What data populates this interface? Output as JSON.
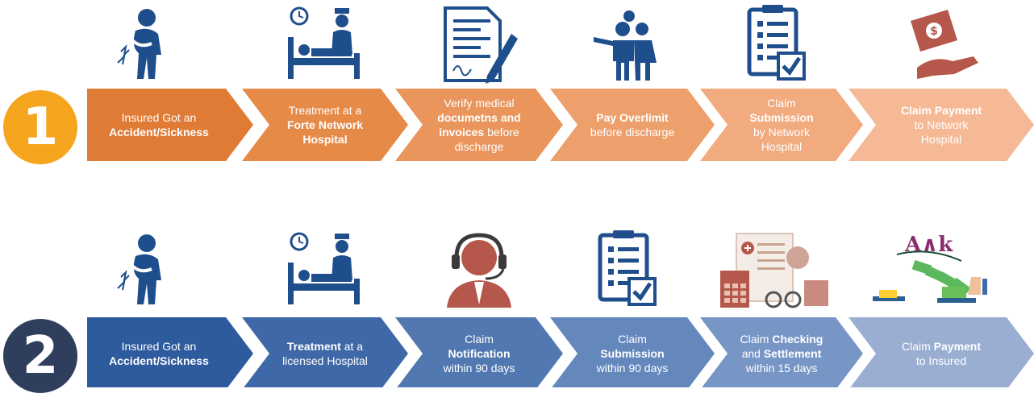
{
  "row1": {
    "badge": "1",
    "colors": [
      "#e07b36",
      "#e68a48",
      "#ea955b",
      "#eea06c",
      "#f2aa7f",
      "#f5b995"
    ],
    "steps": [
      {
        "icon": "injured-person-icon",
        "lines": [
          [
            "Insured Got an"
          ],
          [
            "*Accident/Sickness"
          ]
        ]
      },
      {
        "icon": "hospital-bed-nurse-icon",
        "lines": [
          [
            "Treatment at a"
          ],
          [
            "*Forte Network"
          ],
          [
            "*Hospital"
          ]
        ]
      },
      {
        "icon": "signed-document-icon",
        "lines": [
          [
            "Verify medical"
          ],
          [
            "*documetns and"
          ],
          [
            "*invoices",
            " before"
          ],
          [
            "discharge"
          ]
        ]
      },
      {
        "icon": "family-paying-icon",
        "lines": [
          [
            "*Pay Overlimit"
          ],
          [
            "before discharge"
          ]
        ]
      },
      {
        "icon": "checklist-clipboard-icon",
        "lines": [
          [
            "Claim"
          ],
          [
            "*Submission"
          ],
          [
            "by Network"
          ],
          [
            "Hospital"
          ]
        ]
      },
      {
        "icon": "hand-receiving-money-icon",
        "lines": [
          [
            "*Claim Payment"
          ],
          [
            "to Network"
          ],
          [
            "Hospital"
          ]
        ]
      }
    ]
  },
  "row2": {
    "badge": "2",
    "colors": [
      "#2e5a9e",
      "#3f68a8",
      "#5278b2",
      "#6487bc",
      "#7796c5",
      "#9aaed2"
    ],
    "steps": [
      {
        "icon": "injured-person-icon",
        "lines": [
          [
            "Insured Got an"
          ],
          [
            "*Accident/Sickness"
          ]
        ]
      },
      {
        "icon": "hospital-bed-nurse-icon",
        "lines": [
          [
            "*Treatment",
            " at a"
          ],
          [
            "licensed Hospital"
          ]
        ]
      },
      {
        "icon": "call-center-agent-icon",
        "lines": [
          [
            "Claim"
          ],
          [
            "*Notification"
          ],
          [
            "within 90 days"
          ]
        ]
      },
      {
        "icon": "checklist-clipboard-icon",
        "lines": [
          [
            "Claim"
          ],
          [
            "*Submission"
          ],
          [
            "within 90 days"
          ]
        ]
      },
      {
        "icon": "medical-bill-calculator-icon",
        "lines": [
          [
            "Claim ",
            "*Checking"
          ],
          [
            "and  ",
            "*Settlement"
          ],
          [
            "within 15 days"
          ]
        ]
      },
      {
        "icon": "bank-transfer-payment-icon",
        "lines": [
          [
            "Claim ",
            "*Payment"
          ],
          [
            "to Insured"
          ]
        ]
      }
    ]
  },
  "logo_text": "A∧k"
}
